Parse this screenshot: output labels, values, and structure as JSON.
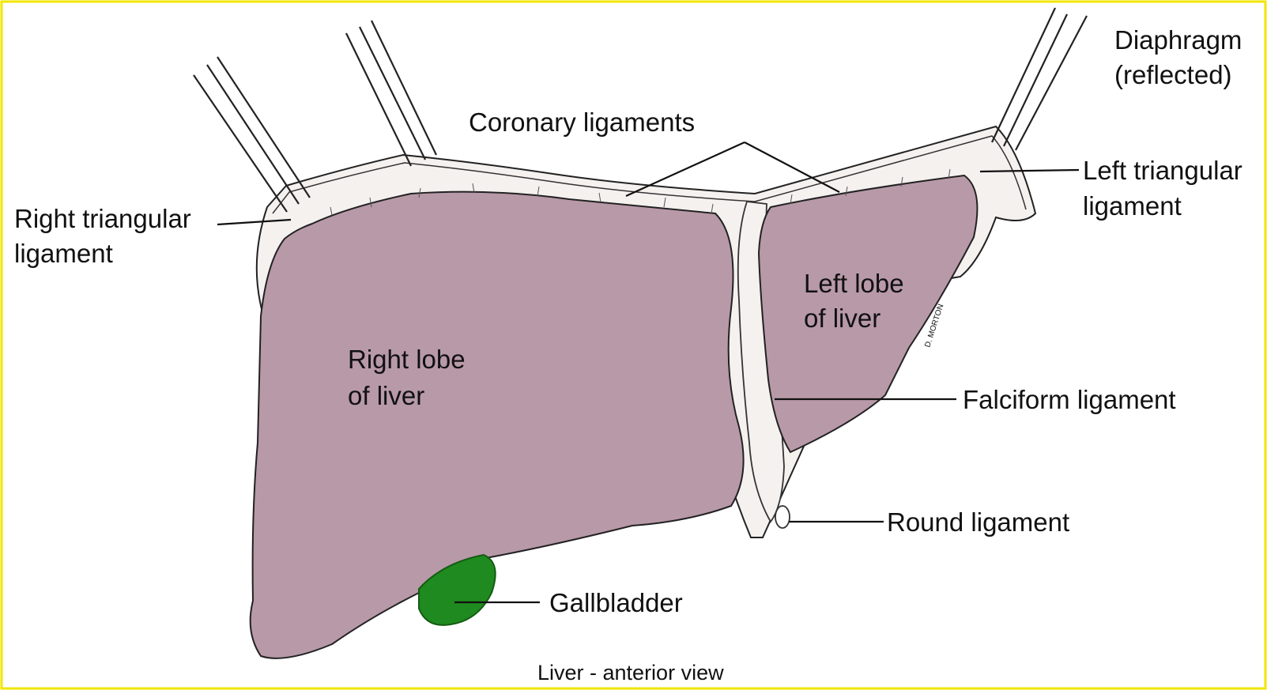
{
  "diagram": {
    "labels": {
      "diaphragm_line1": "Diaphragm",
      "diaphragm_line2": "(reflected)",
      "coronary": "Coronary ligaments",
      "right_triangular_line1": "Right triangular",
      "right_triangular_line2": "ligament",
      "left_triangular_line1": "Left triangular",
      "left_triangular_line2": "ligament",
      "left_lobe_line1": "Left lobe",
      "left_lobe_line2": "of liver",
      "right_lobe_line1": "Right lobe",
      "right_lobe_line2": "of liver",
      "falciform": "Falciform ligament",
      "round": "Round ligament",
      "gallbladder": "Gallbladder"
    },
    "caption": "Liver - anterior view",
    "artist_signature": "D. MORTON",
    "colors": {
      "liver": "#b899a8",
      "gallbladder": "#1f8a1f",
      "peritoneum": "#f4f1ef",
      "border": "#f2e600",
      "ink": "#111111"
    }
  }
}
